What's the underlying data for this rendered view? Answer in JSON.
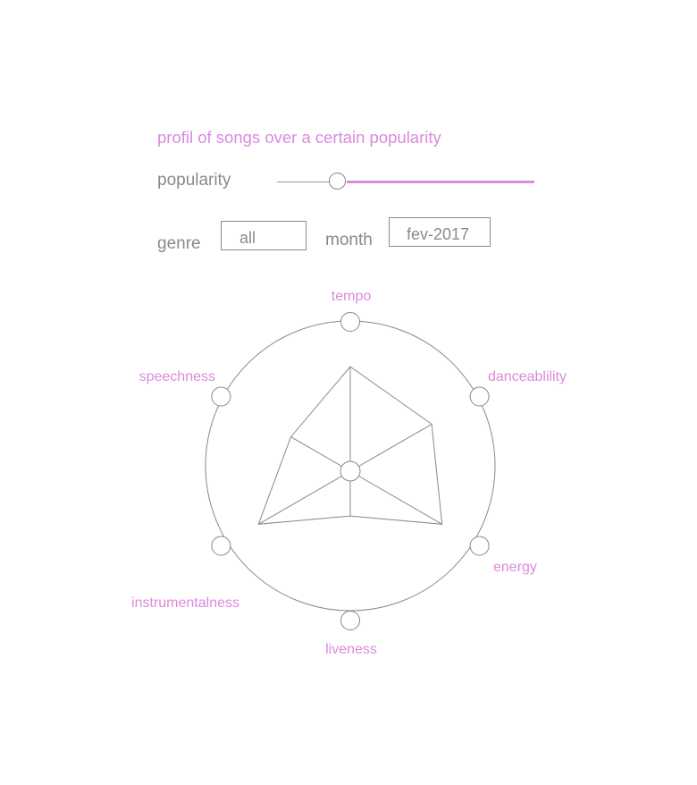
{
  "title": "profil of songs over a certain popularity",
  "popularity": {
    "label": "popularity",
    "value_fraction": 0.24
  },
  "genre": {
    "label": "genre",
    "value": "all"
  },
  "month": {
    "label": "month",
    "value": "fev-2017"
  },
  "colors": {
    "accent": "#d98bdc",
    "text": "#8a8a8a",
    "lines": "#888888"
  },
  "chart_data": {
    "type": "radar",
    "axes": [
      "tempo",
      "danceablility",
      "energy",
      "liveness",
      "instrumentalness",
      "speechness"
    ],
    "values": [
      0.7,
      0.63,
      0.71,
      0.3,
      0.71,
      0.46
    ],
    "range": [
      0,
      1
    ]
  }
}
